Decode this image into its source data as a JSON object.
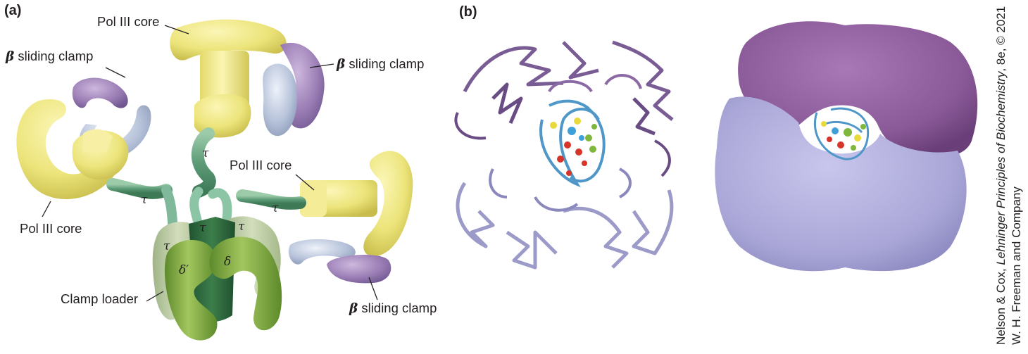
{
  "panels": {
    "a": "(a)",
    "b": "(b)"
  },
  "labels": {
    "pol_core_top": "Pol III core",
    "pol_core_left": "Pol III core",
    "pol_core_right": "Pol III core",
    "clamp_top_left_symbol": "β",
    "clamp_top_left_text": " sliding clamp",
    "clamp_top_right_symbol": "β",
    "clamp_top_right_text": " sliding clamp",
    "clamp_bottom_symbol": "β",
    "clamp_bottom_text": " sliding clamp",
    "clamp_loader": "Clamp loader"
  },
  "subunits": {
    "tau": "τ",
    "delta_prime": "δ′",
    "delta": "δ"
  },
  "credit": {
    "line1_a": "Nelson & Cox, ",
    "line1_title": "Lehninger Principles of Biochemistry",
    "line1_b": ", 8e, © 2021",
    "line2": "W. H. Freeman and Company"
  },
  "colors": {
    "pol_core_yellow": "#ece47a",
    "clamp_purple": "#9b7eb5",
    "clamp_blue": "#b7c3da",
    "tau_green": "#5e9c78",
    "loader_light": "#b9c9a0",
    "loader_green": "#7ea64a",
    "loader_dark": "#2f6b3c",
    "surface_purple": "#8a5a98",
    "surface_lavender": "#aaa7d8",
    "dna_blue": "#4f97c9"
  }
}
